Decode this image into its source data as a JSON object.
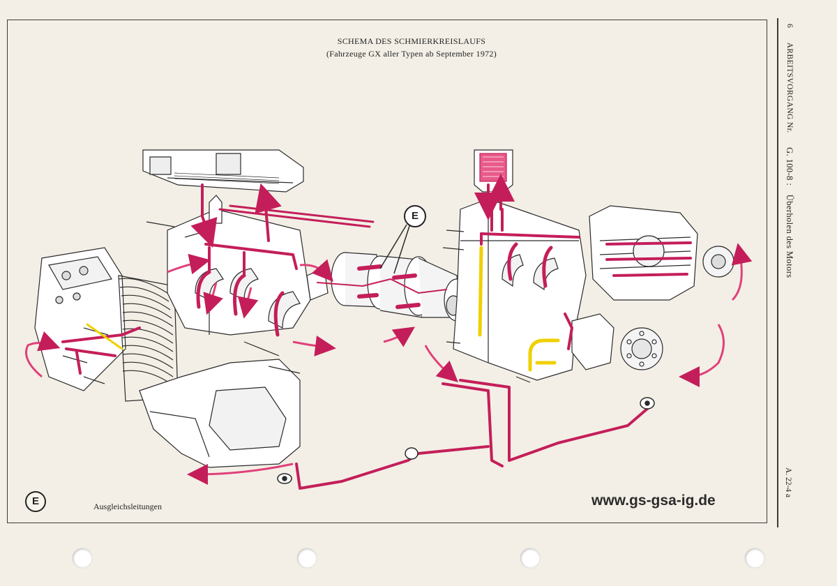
{
  "header": {
    "title": "SCHEMA DES SCHMIERKREISLAUFS",
    "subtitle": "(Fahrzeuge GX aller Typen ab September 1972)"
  },
  "side": {
    "page_number": "6",
    "operation_label": "ARBEITSVORGANG Nr.",
    "operation_code": "G. 100-8 :",
    "operation_title": "Überholen des Motors",
    "reference": "A. 22-4 a"
  },
  "callout": {
    "letter": "E"
  },
  "legend": {
    "symbol": "E",
    "text": "Ausgleichsleitungen"
  },
  "watermark": "www.gs-gsa-ig.de",
  "colors": {
    "oil": "#c41e5a",
    "oil_light": "#e0407a",
    "yellow": "#f0d000",
    "ink": "#2a2a2a",
    "paper": "#f3efe6",
    "part": "#ffffff"
  }
}
